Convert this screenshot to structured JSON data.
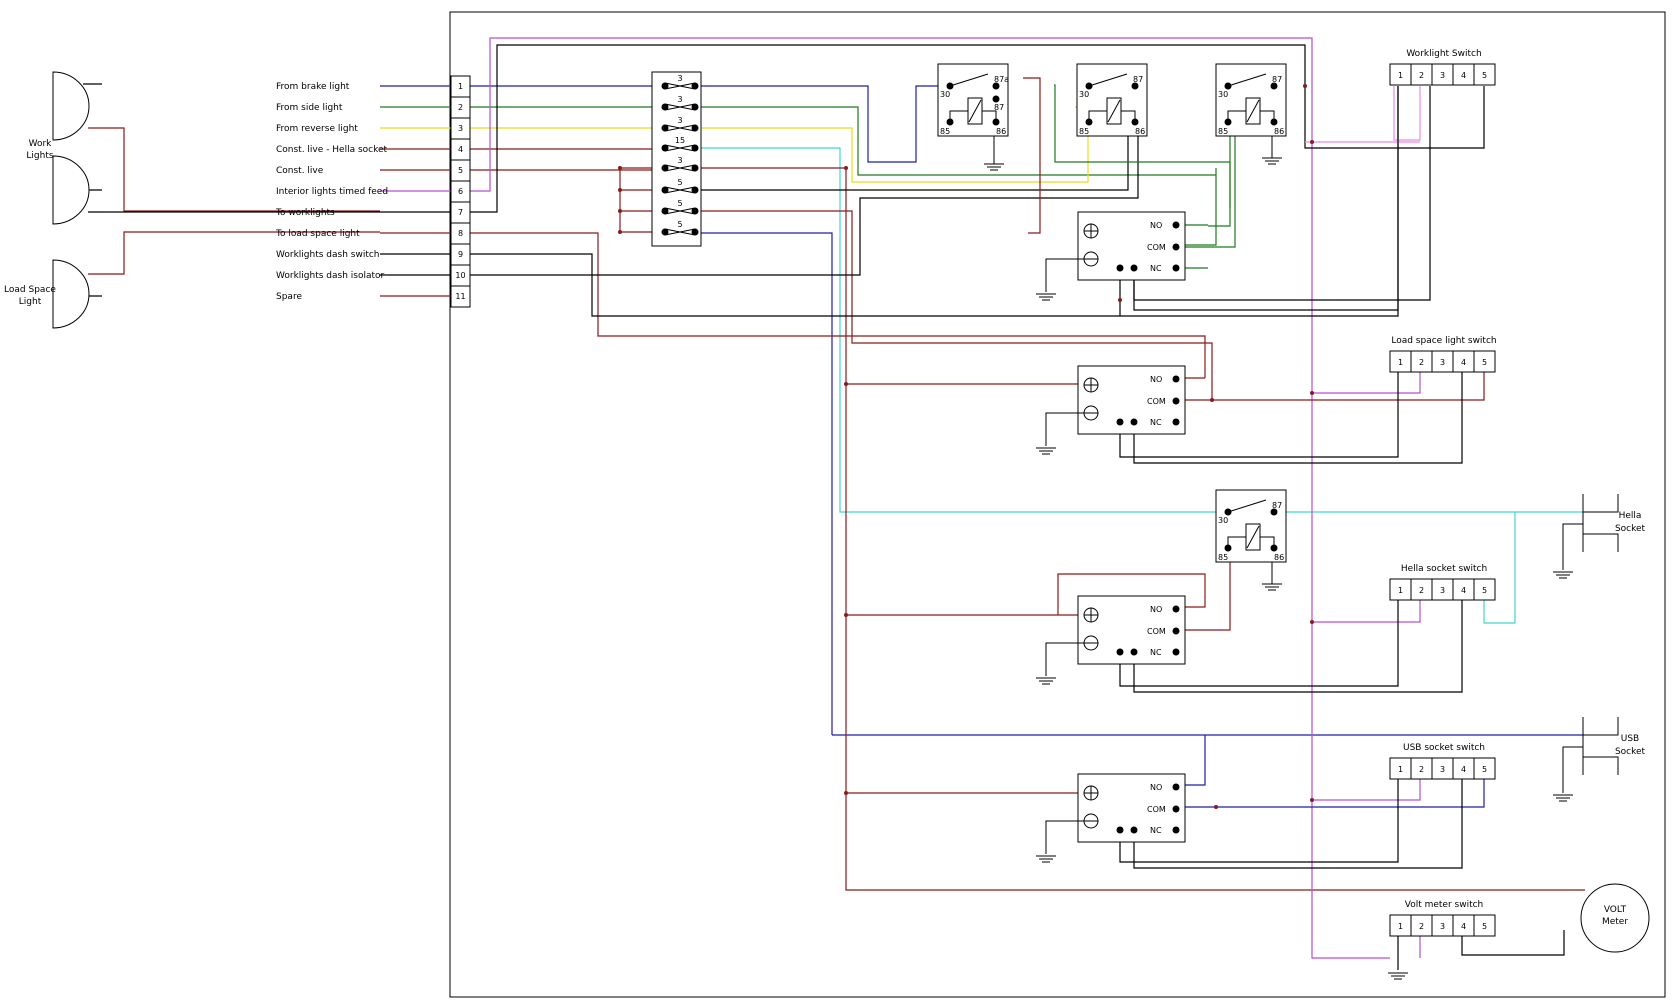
{
  "colors": {
    "brown": "#8B1A1A",
    "black": "#000000",
    "blue": "#1f1fa8",
    "green": "#1e7a1e",
    "yellow": "#e8dc1a",
    "cyan": "#3fd6d0",
    "purple": "#b34fd6",
    "pink": "#e88ae8"
  },
  "left_labels": {
    "work_lights": [
      "Work",
      "Lights"
    ],
    "load_space_light": [
      "Load Space",
      "Light"
    ]
  },
  "terminal_labels": [
    "From brake light",
    "From side light",
    "From reverse light",
    "Const. live - Hella socket",
    "Const. live",
    "Interior lights timed feed",
    "To worklights",
    "To load space light",
    "Worklights dash switch",
    "Worklights dash isolator",
    "Spare"
  ],
  "terminal_numbers": [
    "1",
    "2",
    "3",
    "4",
    "5",
    "6",
    "7",
    "8",
    "9",
    "10",
    "11"
  ],
  "fuses": [
    "3",
    "3",
    "3",
    "15",
    "3",
    "5",
    "5",
    "5"
  ],
  "relay_pins": {
    "p30": "30",
    "p87a": "87a",
    "p87": "87",
    "p85": "85",
    "p86": "86"
  },
  "module_pins": {
    "no": "NO",
    "com": "COM",
    "nc": "NC"
  },
  "switches": [
    {
      "title": "Worklight Switch",
      "pins": [
        "1",
        "2",
        "3",
        "4",
        "5"
      ]
    },
    {
      "title": "Load space light switch",
      "pins": [
        "1",
        "2",
        "3",
        "4",
        "5"
      ]
    },
    {
      "title": "Hella socket switch",
      "pins": [
        "1",
        "2",
        "3",
        "4",
        "5"
      ]
    },
    {
      "title": "USB socket switch",
      "pins": [
        "1",
        "2",
        "3",
        "4",
        "5"
      ]
    },
    {
      "title": "Volt meter switch",
      "pins": [
        "1",
        "2",
        "3",
        "4",
        "5"
      ]
    }
  ],
  "sockets": {
    "hella": [
      "Hella",
      "Socket"
    ],
    "usb": [
      "USB",
      "Socket"
    ],
    "volt_meter": [
      "VOLT",
      "Meter"
    ]
  }
}
